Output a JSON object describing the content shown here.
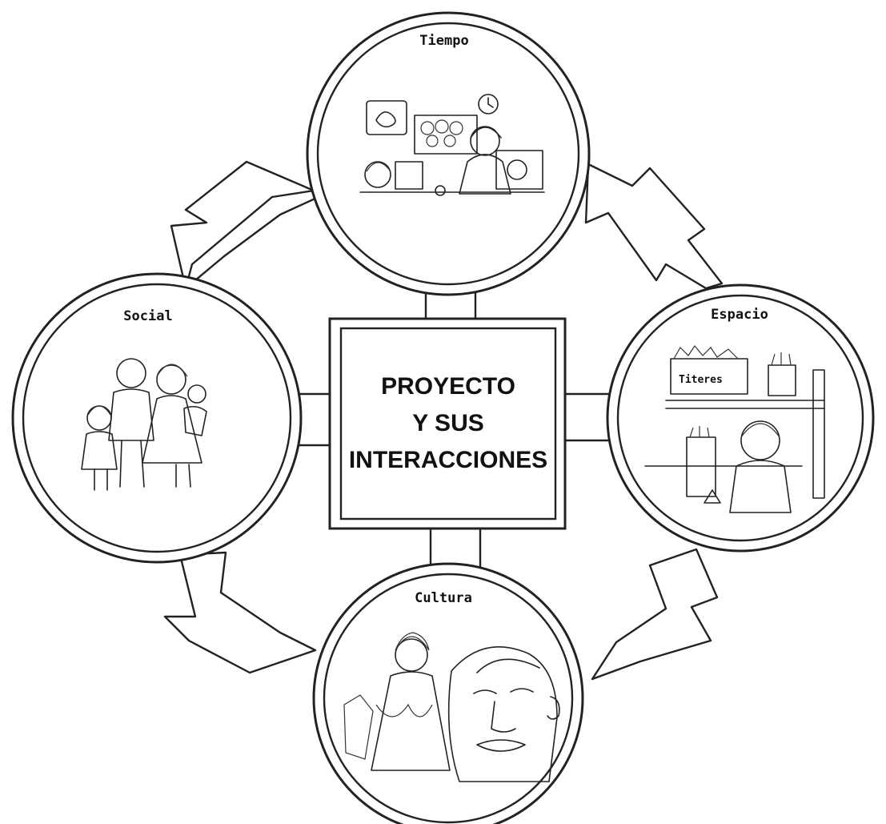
{
  "center": {
    "lines": [
      "PROYECTO",
      "Y SUS",
      "INTERACCIONES"
    ]
  },
  "nodes": {
    "tiempo": {
      "label": "Tiempo"
    },
    "social": {
      "label": "Social"
    },
    "espacio": {
      "label": "Espacio",
      "sign": "Titeres"
    },
    "cultura": {
      "label": "Cultura"
    }
  },
  "colors": {
    "ink": "#222222",
    "paper": "#ffffff"
  }
}
